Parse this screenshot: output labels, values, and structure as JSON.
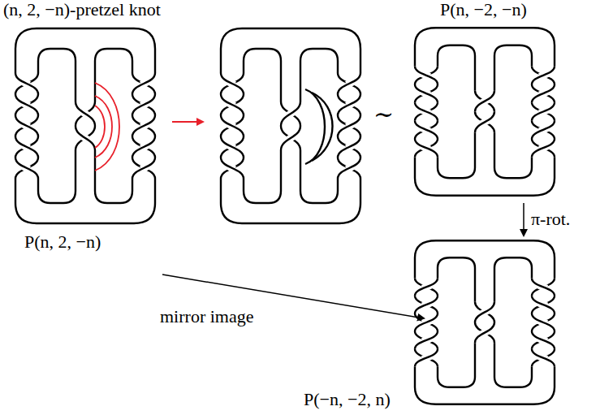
{
  "diagram": {
    "labels": [
      "(n, 2, −n)-pretzel knot",
      "P(n, −2, −n)",
      "∼",
      "P(n, 2, −n)",
      "π-rot.",
      "mirror image",
      "P(−n, −2, n)"
    ]
  }
}
